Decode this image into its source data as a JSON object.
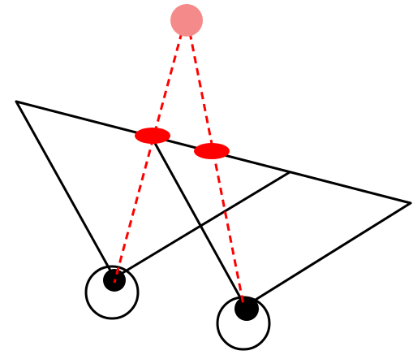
{
  "diagram": {
    "colors": {
      "background": "#ffffff",
      "lines": "#000000",
      "sight_lines": "#ff0000",
      "intersection_marks": "#ff0000",
      "light_source": "#f58a8a"
    },
    "elements": {
      "light_source": "pink-filled-circle",
      "intersection_marks": "red-ellipse",
      "eyes": "circle-with-black-pupil",
      "sight_lines": "red-dashed-line",
      "frame": "black-line-triangles"
    }
  }
}
